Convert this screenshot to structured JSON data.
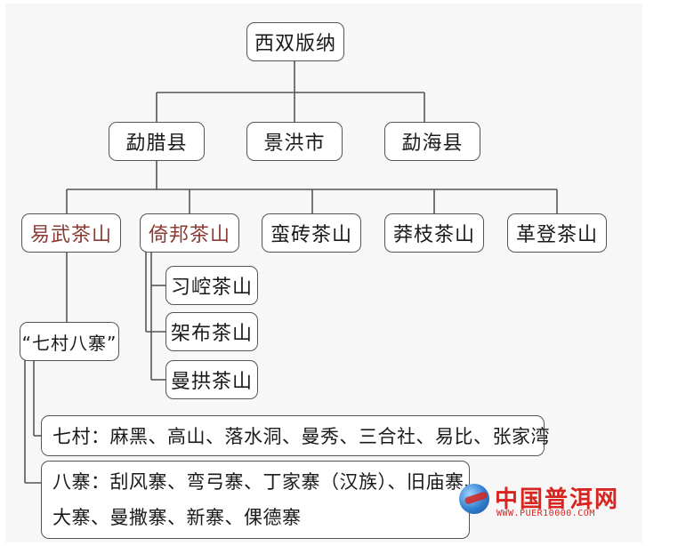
{
  "root": "西双版纳",
  "level1": [
    "勐腊县",
    "景洪市",
    "勐海县"
  ],
  "level2": [
    "易武茶山",
    "倚邦茶山",
    "蛮砖茶山",
    "莽枝茶山",
    "革登茶山"
  ],
  "yibang_sub": [
    "习崆茶山",
    "架布茶山",
    "曼拱茶山"
  ],
  "qicun_bazhai": "“七村八寨”",
  "qicun_line": "七村：麻黑、高山、落水洞、曼秀、三合社、易比、张家湾",
  "bazhai_line1": "八寨：刮风寨、弯弓寨、丁家寨（汉族）、旧庙寨、",
  "bazhai_line2": "大寨、曼撒寨、新寨、倮德寨",
  "watermark": {
    "title": "中国普洱网",
    "url": "WWW.PUER10000.COM",
    "color": "#d8251f"
  },
  "colors": {
    "highlight_text": "#8b3a34",
    "line": "#555555"
  }
}
